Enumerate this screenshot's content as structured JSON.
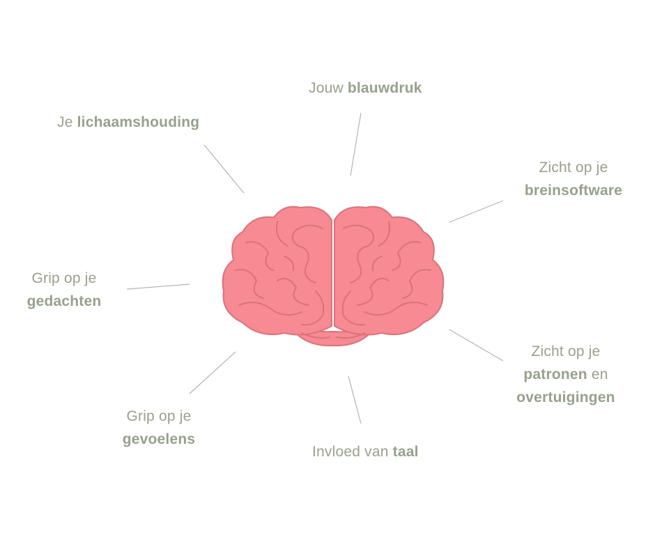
{
  "labels": {
    "blauwdruk": {
      "pre": "Jouw ",
      "bold": "blauwdruk"
    },
    "lichaamshouding": {
      "pre": "Je ",
      "bold": "lichaamshouding"
    },
    "breinsoftware": {
      "line1": "Zicht op je",
      "bold": "breinsoftware"
    },
    "gedachten": {
      "line1": "Grip op je",
      "bold": "gedachten"
    },
    "patronen": {
      "line1": "Zicht op je",
      "bold1": "patronen",
      "mid": " en",
      "bold2": "overtuigingen"
    },
    "gevoelens": {
      "line1": "Grip op je",
      "bold": "gevoelens"
    },
    "taal": {
      "pre": "Invloed van ",
      "bold": "taal"
    }
  },
  "colors": {
    "text": "#9aa08c",
    "brain_fill": "#f78a93",
    "brain_stroke": "#d9737b",
    "connector": "#b3b3ad"
  },
  "icon": "brain-icon"
}
